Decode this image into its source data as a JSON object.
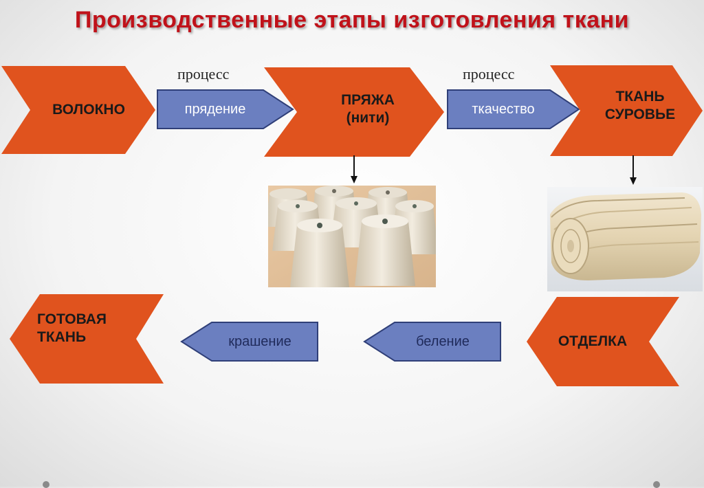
{
  "title": "Производственные этапы изготовления ткани",
  "stages": {
    "fiber": "ВОЛОКНО",
    "yarn": "ПРЯЖА\n(нити)",
    "raw_fabric": "ТКАНЬ\nСУРОВЬЕ",
    "finishing": "ОТДЕЛКА",
    "finished_fabric": "ГОТОВАЯ\nТКАНЬ"
  },
  "processes": {
    "spinning": "прядение",
    "weaving": "ткачество",
    "bleaching": "беление",
    "dyeing": "крашение"
  },
  "captions": {
    "process_1": "процесс",
    "process_2": "процесс"
  },
  "colors": {
    "stage": "#e0531e",
    "process": "#6b7fc0",
    "title": "#c0121a"
  }
}
